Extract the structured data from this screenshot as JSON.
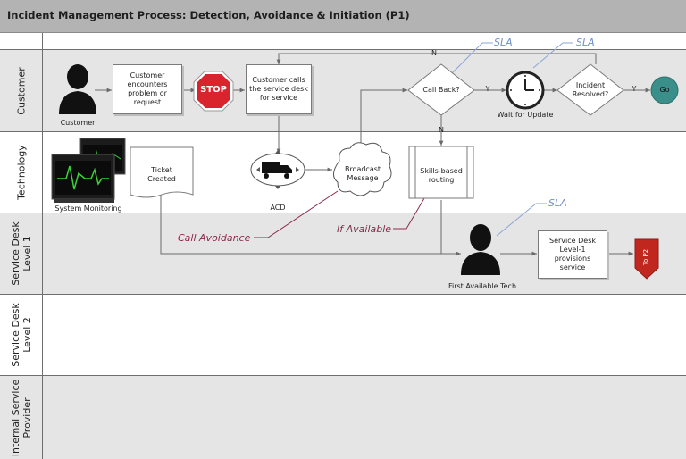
{
  "title": "Incident Management Process: Detection, Avoidance & Initiation (P1)",
  "lanes": [
    "Customer",
    "Technology",
    "Service Desk Level 1",
    "Service Desk Level 2",
    "Internal Service Provider"
  ],
  "lane_labels": {
    "customer": "Customer",
    "technology": "Technology",
    "sd1_line1": "Service Desk",
    "sd1_line2": "Level 1",
    "sd2_line1": "Service Desk",
    "sd2_line2": "Level 2",
    "isp_line1": "Internal Service",
    "isp_line2": "Provider"
  },
  "nodes": {
    "customer_label": "Customer",
    "encounters": "Customer encounters problem or request",
    "stop": "STOP",
    "calls": "Customer calls the service desk for service",
    "call_back": "Call Back?",
    "wait": "Wait for Update",
    "resolved_line1": "Incident",
    "resolved_line2": "Resolved?",
    "go": "Go",
    "system_monitoring": "System Monitoring",
    "ticket_line1": "Ticket",
    "ticket_line2": "Created",
    "acd": "ACD",
    "broadcast_line1": "Broadcast",
    "broadcast_line2": "Message",
    "skills_line1": "Skills-based",
    "skills_line2": "routing",
    "first_tech": "First Available Tech",
    "provisions": "Service Desk Level-1 provisions service",
    "to_p2": "To P2"
  },
  "edge_labels": {
    "n_top": "N",
    "y_callback": "Y",
    "y_resolved": "Y",
    "n_down": "N"
  },
  "annotations": {
    "sla_1": "SLA",
    "sla_2": "SLA",
    "sla_3": "SLA",
    "call_avoidance": "Call Avoidance",
    "if_available": "If Available"
  },
  "colors": {
    "lane_gray": "#e5e5e5",
    "title_bar": "#b3b3b3",
    "stop_red": "#d9232d",
    "go_teal": "#3a8f8a",
    "to_p2_red": "#c0281f",
    "sla_blue": "#6f8fc8",
    "annotation_maroon": "#8c2a4b",
    "monitor_green": "#3ad13a"
  }
}
